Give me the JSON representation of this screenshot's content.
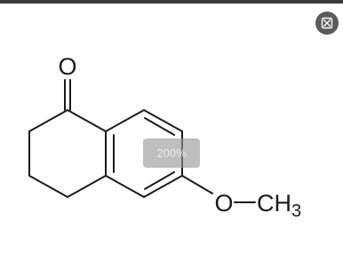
{
  "viewer": {
    "zoom_label": "200%",
    "exit_icon": "shrink-arrows-icon"
  },
  "molecule": {
    "atom_oxygen_carbonyl": "O",
    "atom_oxygen_ether": "O",
    "methyl_prefix": "CH",
    "methyl_subscript": "3",
    "bond_color": "#1a1a1a"
  }
}
